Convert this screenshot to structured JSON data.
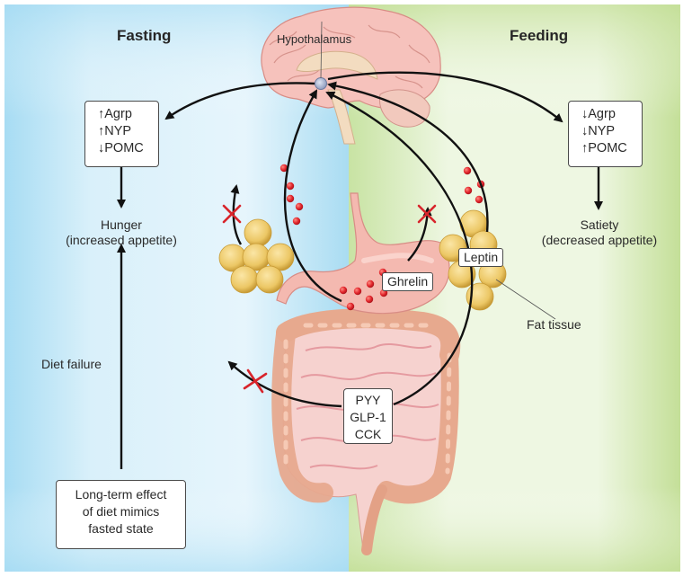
{
  "panels": {
    "left": {
      "title": "Fasting",
      "color_edge": "#a6dcf3",
      "color_center": "#e8f6fc"
    },
    "right": {
      "title": "Feeding",
      "color_edge": "#c5e09a",
      "color_center": "#f1f8e6"
    }
  },
  "organs": {
    "brain": {
      "label": "Hypothalamus"
    },
    "stomach": {
      "hormone_label": "Ghrelin"
    },
    "fat": {
      "hormone_label": "Leptin",
      "label": "Fat tissue"
    },
    "intestine": {
      "hormone_lines": [
        "PYY",
        "GLP-1",
        "CCK"
      ]
    }
  },
  "fasting_box": {
    "rows": [
      {
        "arrow": "↑",
        "text": "Agrp"
      },
      {
        "arrow": "↑",
        "text": "NYP"
      },
      {
        "arrow": "↓",
        "text": "POMC"
      }
    ]
  },
  "feeding_box": {
    "rows": [
      {
        "arrow": "↓",
        "text": "Agrp"
      },
      {
        "arrow": "↓",
        "text": "NYP"
      },
      {
        "arrow": "↑",
        "text": "POMC"
      }
    ]
  },
  "outcomes": {
    "hunger": {
      "line1": "Hunger",
      "line2": "(increased appetite)"
    },
    "satiety": {
      "line1": "Satiety",
      "line2": "(decreased appetite)"
    }
  },
  "diet_failure": "Diet failure",
  "long_term_box": {
    "lines": [
      "Long-term effect",
      "of diet mimics",
      "fasted state"
    ]
  },
  "colors": {
    "arrow": "#111111",
    "blocked_x": "#d8242b",
    "hormone_dot": "#e0232a",
    "fat_cell": "#e9c15a",
    "organ_pink": "#f2b7ad",
    "hypothalamus_node": "#9aa8c8"
  }
}
